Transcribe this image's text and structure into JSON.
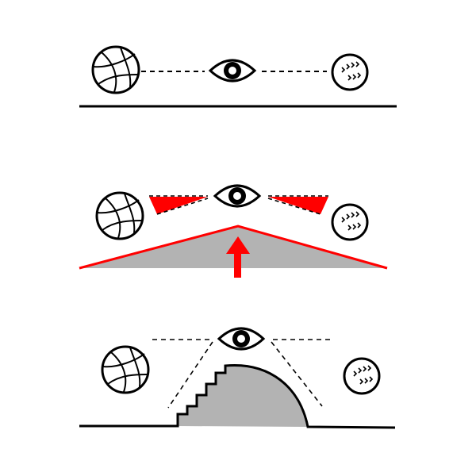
{
  "panels": [
    {
      "id": "flat-ground",
      "ground": "flat"
    },
    {
      "id": "raised-eye",
      "ground": "raised-slope"
    },
    {
      "id": "hill-obstacle",
      "ground": "stepped-hill"
    }
  ],
  "icons": {
    "left_ball": "basketball-icon",
    "right_ball": "baseball-icon",
    "viewer": "eye-icon",
    "lift": "up-arrow-icon"
  },
  "colors": {
    "line": "#000000",
    "accent": "#ff0000",
    "fill_gray": "#b3b3b3",
    "background": "#ffffff"
  }
}
